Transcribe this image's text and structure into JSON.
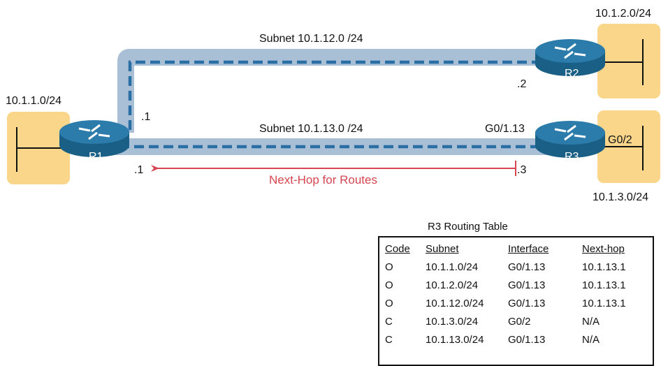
{
  "routers": {
    "r1": {
      "label": "R1"
    },
    "r2": {
      "label": "R2"
    },
    "r3": {
      "label": "R3"
    }
  },
  "lans": {
    "r1_lan": "10.1.1.0/24",
    "r2_lan": "10.1.2.0/24",
    "r3_lan": "10.1.3.0/24"
  },
  "links": {
    "top_subnet": "Subnet 10.1.12.0 /24",
    "bottom_subnet": "Subnet 10.1.13.0 /24"
  },
  "interfaces": {
    "r1_top_host": ".1",
    "r1_bottom_host": ".1",
    "r2_host": ".2",
    "r3_host": ".3",
    "r3_subif": "G0/1.13",
    "r3_lan_if": "G0/2"
  },
  "arrow_label": "Next-Hop for Routes",
  "colors": {
    "lan_fill": "#fad68a",
    "link_band": "#a9bfd6",
    "dash": "#2a6fa3",
    "router_body": "#1f6d97",
    "arrow": "#d64550"
  },
  "routing_table": {
    "title": "R3 Routing Table",
    "headers": [
      "Code",
      "Subnet",
      "Interface",
      "Next-hop"
    ],
    "rows": [
      [
        "O",
        "10.1.1.0/24",
        "G0/1.13",
        "10.1.13.1"
      ],
      [
        "O",
        "10.1.2.0/24",
        "G0/1.13",
        "10.1.13.1"
      ],
      [
        "O",
        "10.1.12.0/24",
        "G0/1.13",
        "10.1.13.1"
      ],
      [
        "C",
        "10.1.3.0/24",
        "G0/2",
        "N/A"
      ],
      [
        "C",
        "10.1.13.0/24",
        "G0/1.13",
        "N/A"
      ]
    ]
  }
}
